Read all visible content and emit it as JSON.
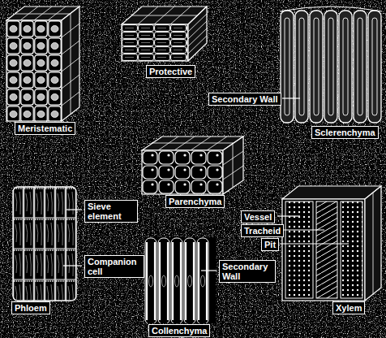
{
  "diagram": {
    "labels": [
      "Meristematic",
      "Protective",
      "Secondary Wall",
      "Sclerenchyma",
      "Parenchyma",
      "Sieve element",
      "Companion cell",
      "Phloem",
      "Collenchyma",
      "Secondary Wall",
      "Vessel",
      "Tracheid",
      "Pit",
      "Xylem"
    ]
  }
}
